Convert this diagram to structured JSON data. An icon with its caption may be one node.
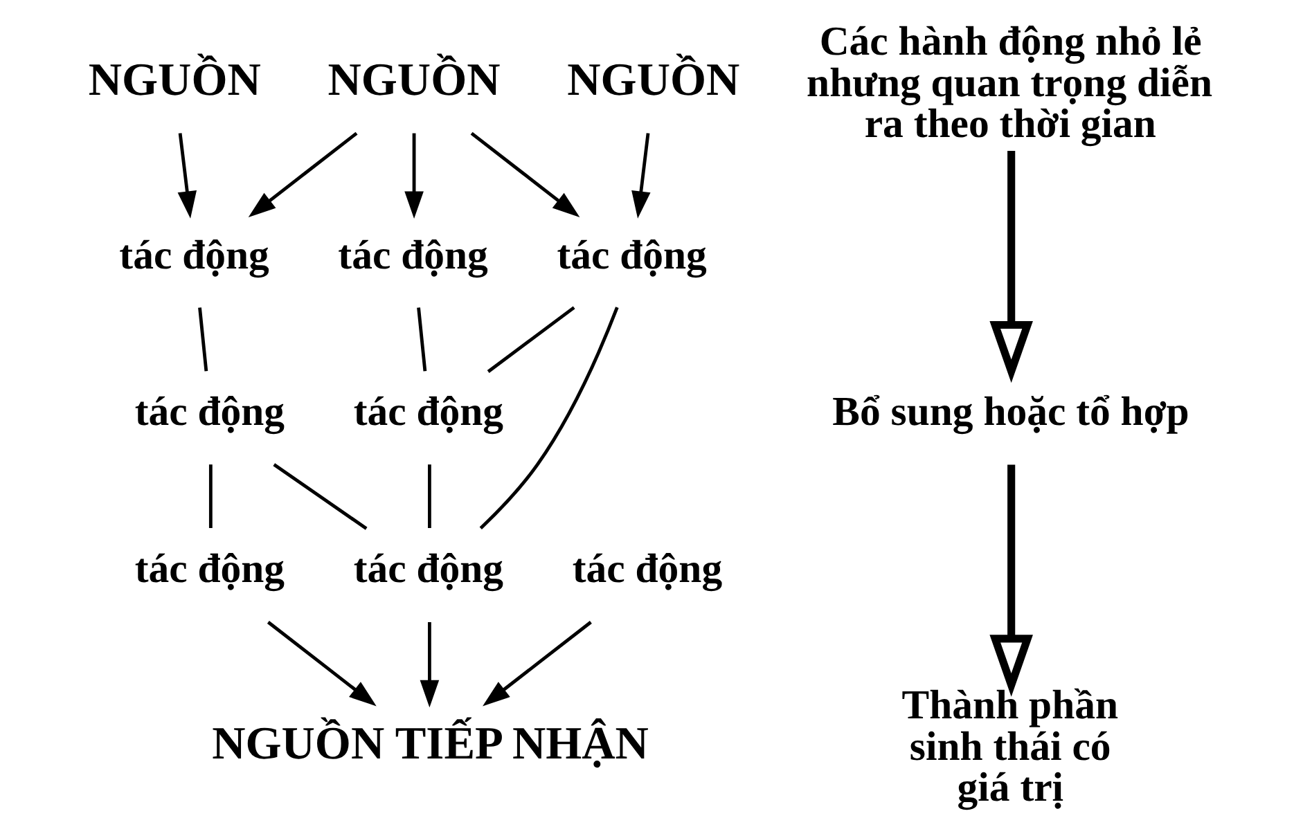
{
  "diagram": {
    "nodes": [
      {
        "text": [
          "NGUỒN"
        ]
      },
      {
        "text": [
          "NGUỒN"
        ]
      },
      {
        "text": [
          "NGUỒN"
        ]
      },
      {
        "text": [
          "tác động"
        ]
      },
      {
        "text": [
          "tác động"
        ]
      },
      {
        "text": [
          "tác động"
        ]
      },
      {
        "text": [
          "tác động"
        ]
      },
      {
        "text": [
          "tác động"
        ]
      },
      {
        "text": [
          "tác động"
        ]
      },
      {
        "text": [
          "tác động"
        ]
      },
      {
        "text": [
          "tác động"
        ]
      },
      {
        "text": [
          "NGUỒN TIẾP NHẬN"
        ]
      },
      {
        "text": [
          "Các hành động nhỏ lẻ nhưng quan trọng diễn ra theo thời gian"
        ]
      },
      {
        "text": [
          "Bổ sung hoặc tổ hợp"
        ]
      },
      {
        "text": [
          "Thành phần sinh thái có giá trị"
        ]
      }
    ],
    "edges": [
      {
        "from": 0,
        "to": 3,
        "arrow": "to"
      },
      {
        "from": 1,
        "to": 3,
        "arrow": "to"
      },
      {
        "from": 1,
        "to": 4,
        "arrow": "to"
      },
      {
        "from": 1,
        "to": 5,
        "arrow": "to"
      },
      {
        "from": 2,
        "to": 5,
        "arrow": "to"
      },
      {
        "from": 3,
        "to": 6,
        "arrow": "none"
      },
      {
        "from": 4,
        "to": 7,
        "arrow": "none"
      },
      {
        "from": 5,
        "to": 7,
        "arrow": "none"
      },
      {
        "from": 5,
        "to": 9,
        "arrow": "none"
      },
      {
        "from": 6,
        "to": 9,
        "arrow": "none"
      },
      {
        "from": 7,
        "to": 9,
        "arrow": "none"
      },
      {
        "from": 6,
        "to": 10,
        "arrow": "none"
      },
      {
        "from": 10,
        "to": 11,
        "arrow": "to"
      },
      {
        "from": 9,
        "to": 11,
        "arrow": "to"
      },
      {
        "from": 8,
        "to": 11,
        "arrow": "to"
      },
      {
        "from": 12,
        "to": 13,
        "arrow": "to",
        "style": "thick"
      },
      {
        "from": 13,
        "to": 14,
        "arrow": "to",
        "style": "thick"
      }
    ]
  }
}
